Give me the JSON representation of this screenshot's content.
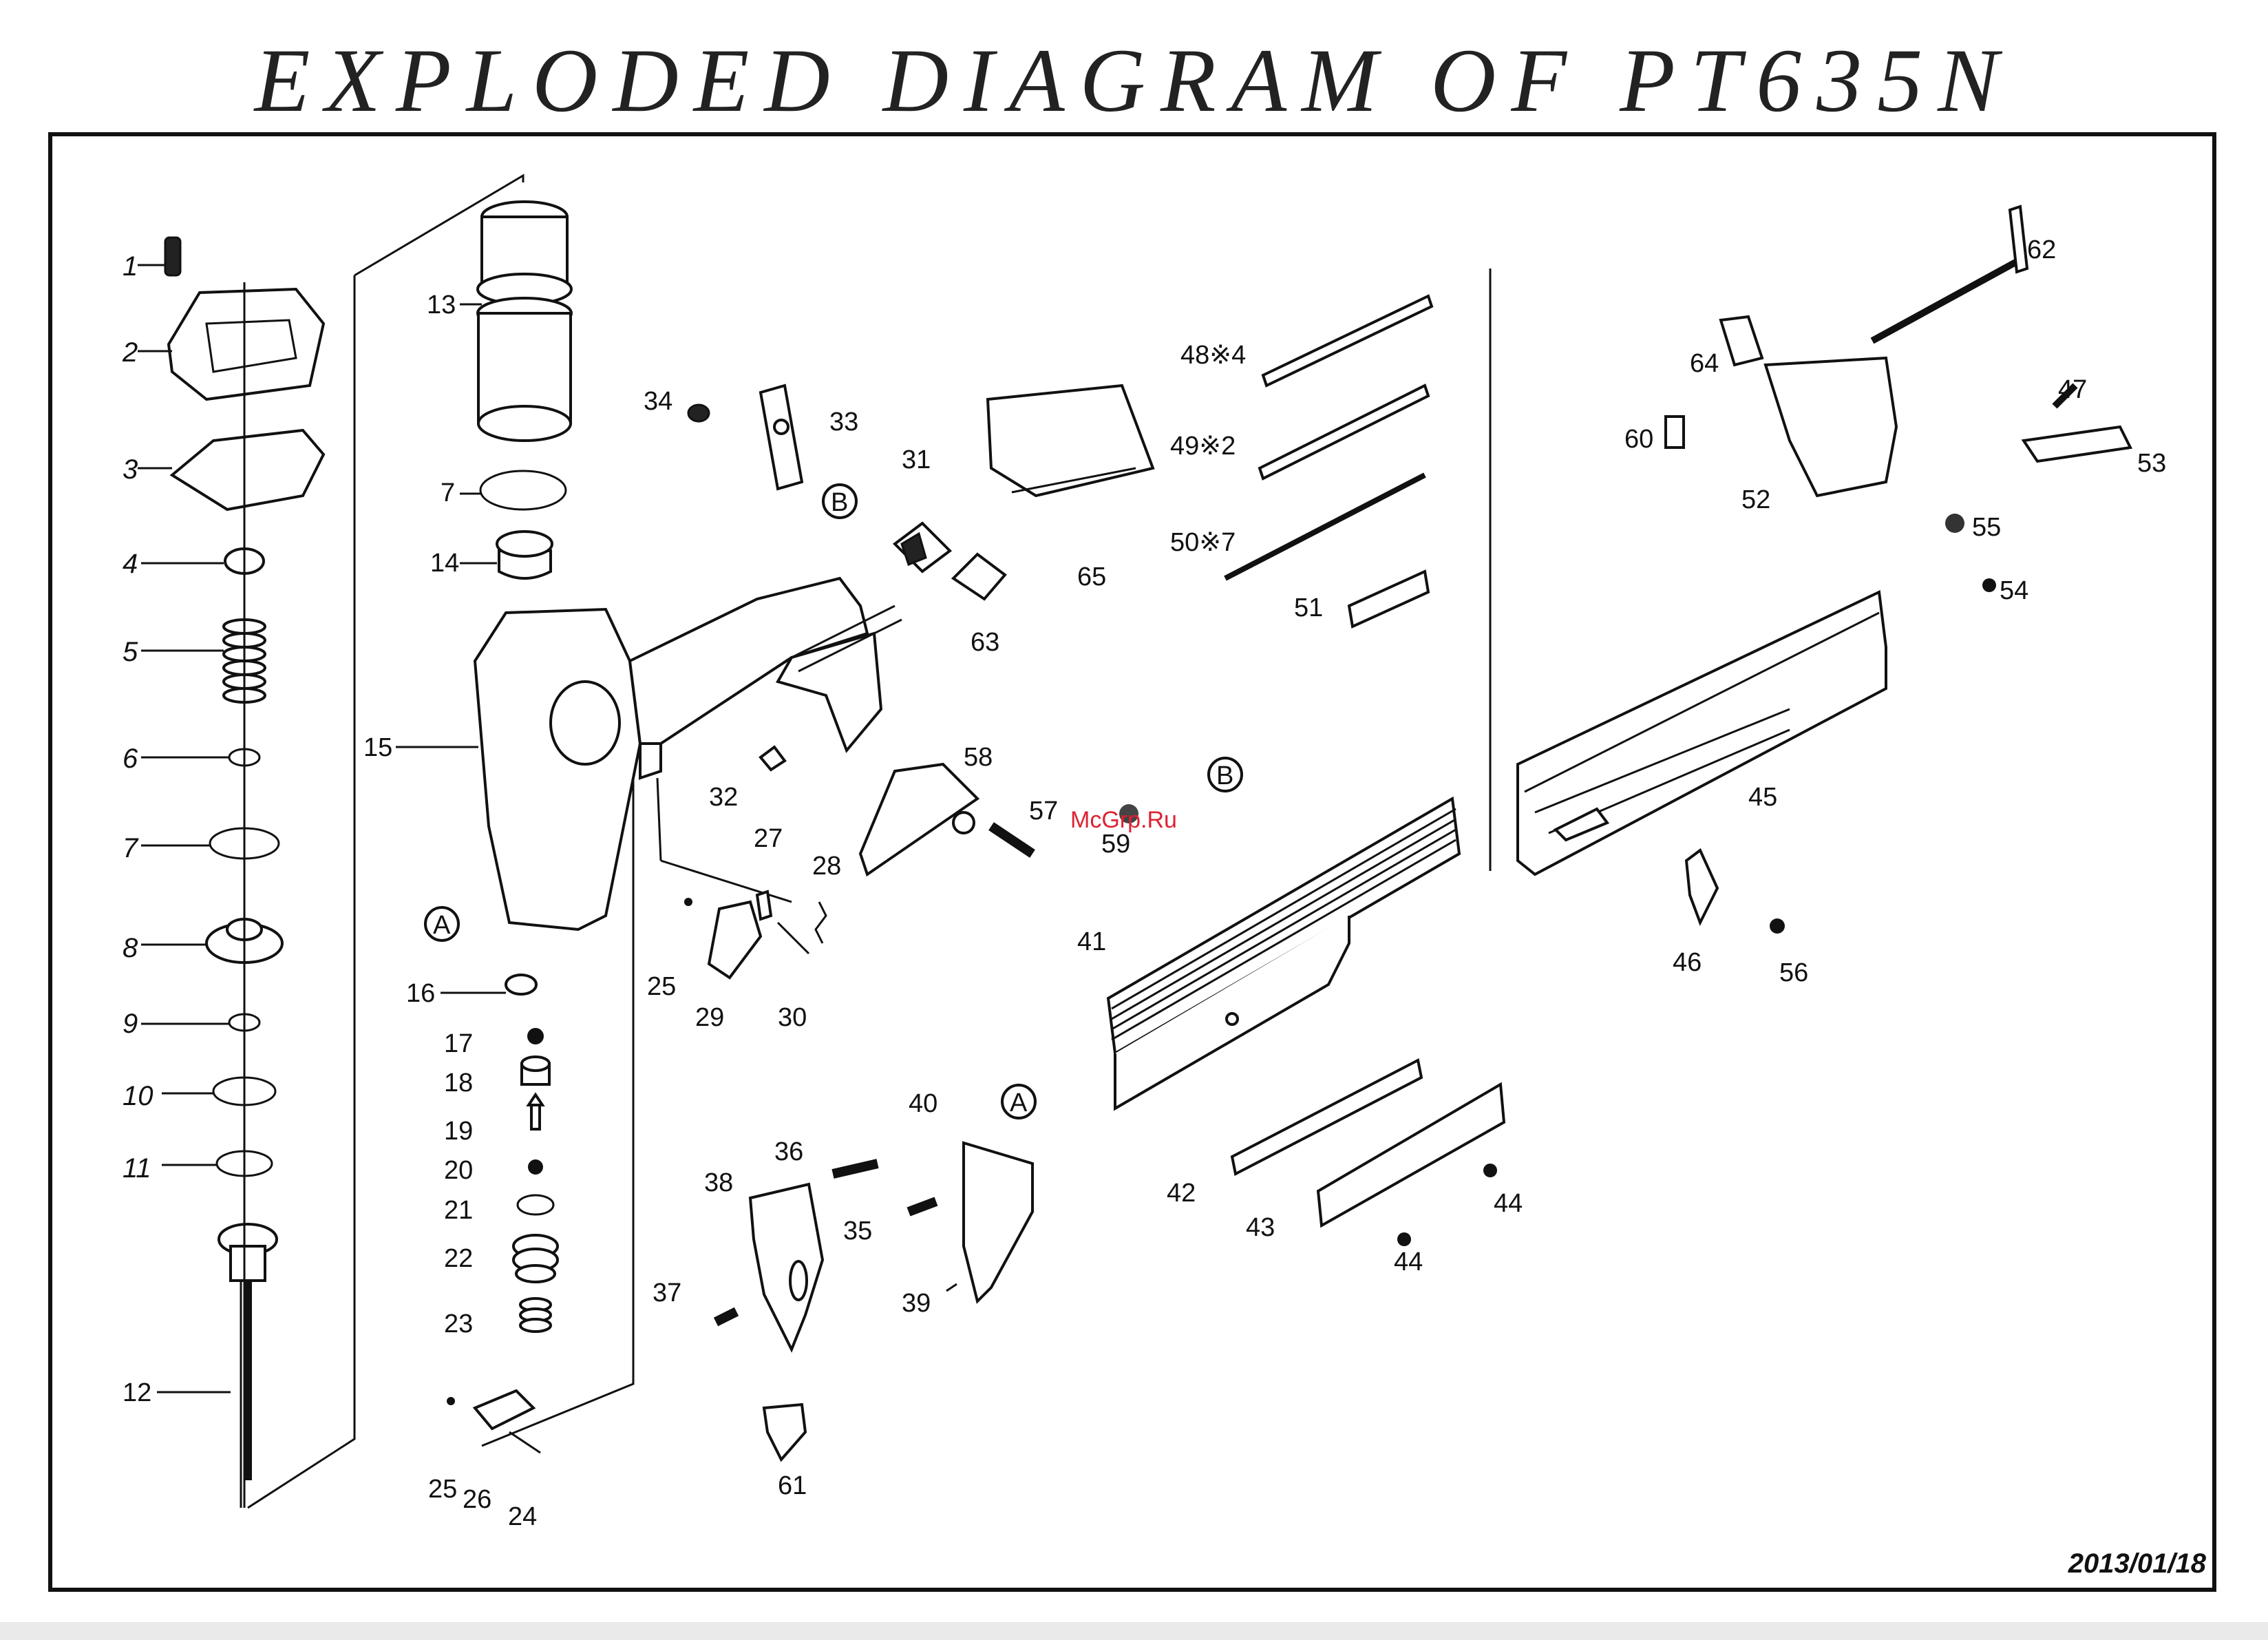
{
  "title": "EXPLODED DIAGRAM OF PT635N",
  "date": "2013/01/18",
  "watermark": "McGrp.Ru",
  "labels": {
    "l1": "1",
    "l2": "2",
    "l3": "3",
    "l4": "4",
    "l5": "5",
    "l6": "6",
    "l7a": "7",
    "l8": "8",
    "l9": "9",
    "l10": "10",
    "l11": "11",
    "l12": "12",
    "l13": "13",
    "l7b": "7",
    "l14": "14",
    "l15": "15",
    "l16": "16",
    "l17": "17",
    "l18": "18",
    "l19": "19",
    "l20": "20",
    "l21": "21",
    "l22": "22",
    "l23": "23",
    "l25a": "25",
    "l26": "26",
    "l24": "24",
    "l34": "34",
    "l33": "33",
    "l31": "31",
    "l32": "32",
    "l27": "27",
    "l28": "28",
    "l25b": "25",
    "l29": "29",
    "l30": "30",
    "l65": "65",
    "l63": "63",
    "l58": "58",
    "l57": "57",
    "l59": "59",
    "l48": "48※4",
    "l49": "49※2",
    "l50": "50※7",
    "l51": "51",
    "l41": "41",
    "l40": "40",
    "l36": "36",
    "l35": "35",
    "l38": "38",
    "l37": "37",
    "l39": "39",
    "l61": "61",
    "l42": "42",
    "l43": "43",
    "l44a": "44",
    "l44b": "44",
    "l62": "62",
    "l64": "64",
    "l60": "60",
    "l47": "47",
    "l53": "53",
    "l52": "52",
    "l55": "55",
    "l54": "54",
    "l45": "45",
    "l46": "46",
    "l56": "56",
    "refA1": "A",
    "refB1": "B",
    "refA2": "A",
    "refB2": "B"
  }
}
